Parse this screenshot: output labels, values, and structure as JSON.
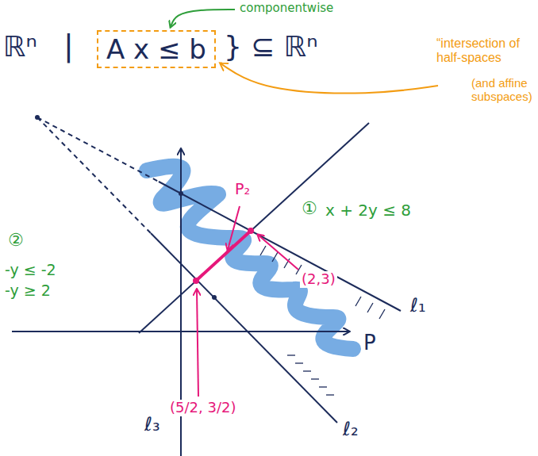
{
  "diagram": {
    "nodes": [
      {
        "text": [
          "A x ≤ b"
        ]
      }
    ],
    "labels": [
      "ℝⁿ",
      "|",
      "} ⊆ ℝⁿ",
      "componentwise",
      "“intersection of half-spaces",
      "(and affine subspaces)",
      "P₂",
      "(2,3)",
      "(5/2, 3/2)",
      "①",
      "x + 2y ≤ 8",
      "②",
      "-y ≤ -2",
      "-y ≥ 2",
      "ℓ₁",
      "ℓ₂",
      "ℓ₃",
      "P"
    ]
  }
}
